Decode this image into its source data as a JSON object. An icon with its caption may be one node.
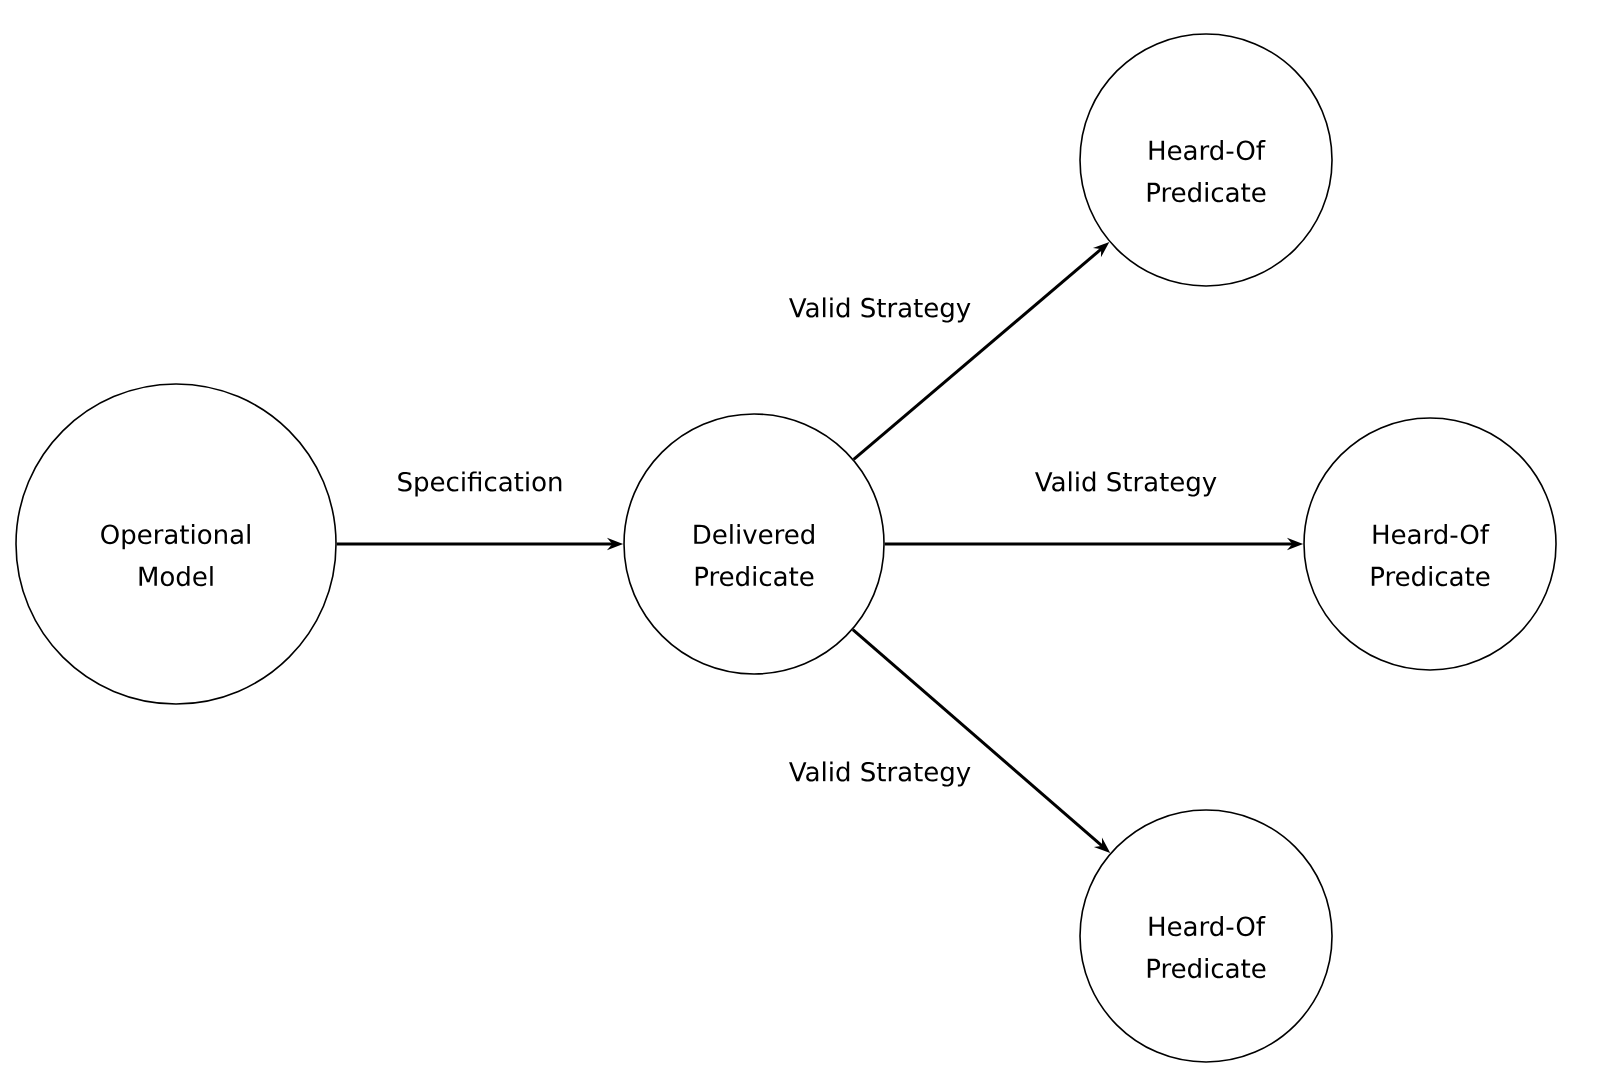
{
  "diagram": {
    "nodes": [
      {
        "text": [
          "Operational Model"
        ]
      },
      {
        "text": [
          "Delivered Predicate"
        ]
      },
      {
        "text": [
          "Heard-Of Predicate"
        ]
      },
      {
        "text": [
          "Heard-Of Predicate"
        ]
      },
      {
        "text": [
          "Heard-Of Predicate"
        ]
      }
    ],
    "edges": [
      {
        "from": 0,
        "to": 1,
        "arrow": "to",
        "label": "Specification"
      },
      {
        "from": 1,
        "to": 2,
        "arrow": "to",
        "label": "Valid Strategy"
      },
      {
        "from": 1,
        "to": 3,
        "arrow": "to",
        "label": "Valid Strategy"
      },
      {
        "from": 1,
        "to": 4,
        "arrow": "to",
        "label": "Valid Strategy"
      }
    ]
  }
}
